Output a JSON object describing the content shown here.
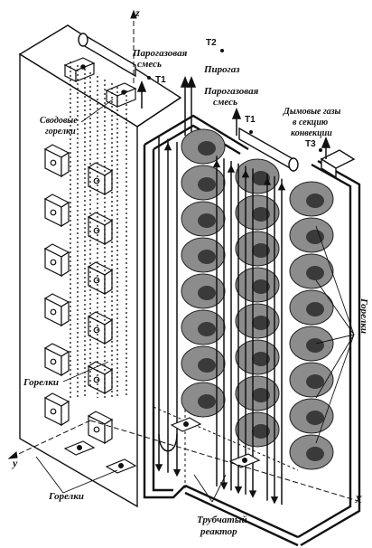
{
  "labels": {
    "parogaz_mix_top": [
      "Парогазовая",
      "смесь"
    ],
    "pirogaz": "Пирогаз",
    "parogaz_mix_mid": [
      "Парогазовая",
      "смесь"
    ],
    "flue_gas": [
      "Дымовые газы",
      "в секцию",
      "конвекции"
    ],
    "vault_burners": [
      "Сводовые",
      "горелки"
    ],
    "burners_left": "Горелки",
    "burners_bottom": "Горелки",
    "burners_right": "Горелки",
    "tube_reactor": [
      "Трубчатый",
      "реактор"
    ]
  },
  "tags": {
    "t1a": "T1",
    "t2": "T2",
    "t1b": "T1",
    "t3": "T3"
  },
  "axes": {
    "z": "z",
    "y": "y",
    "x": "X"
  },
  "colors": {
    "line": "#111111",
    "flame_outer": "#8c8c8c",
    "flame_inner": "#3a3a3a",
    "wall": "#ffffff"
  }
}
